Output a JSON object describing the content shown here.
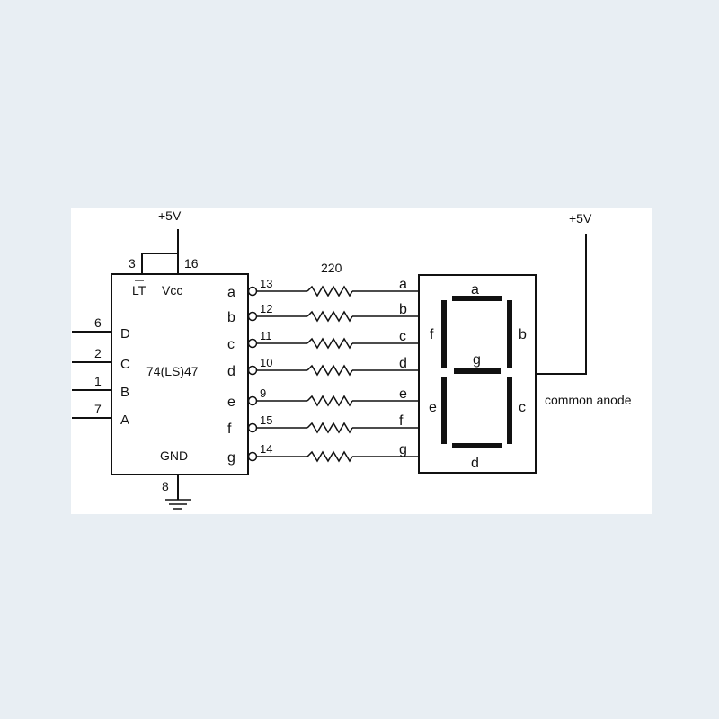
{
  "colors": {
    "background": "#e8eef3",
    "panel": "#ffffff",
    "ink": "#111111"
  },
  "chip": {
    "name": "74(LS)47",
    "vcc_label": "Vcc",
    "gnd_label": "GND",
    "lt_label": "LT",
    "inputs": [
      {
        "label": "D",
        "pin": "6"
      },
      {
        "label": "C",
        "pin": "2"
      },
      {
        "label": "B",
        "pin": "1"
      },
      {
        "label": "A",
        "pin": "7"
      }
    ],
    "outputs": [
      {
        "label": "a",
        "pin": "13",
        "seg": "a"
      },
      {
        "label": "b",
        "pin": "12",
        "seg": "b"
      },
      {
        "label": "c",
        "pin": "11",
        "seg": "c"
      },
      {
        "label": "d",
        "pin": "10",
        "seg": "d"
      },
      {
        "label": "e",
        "pin": "9",
        "seg": "e"
      },
      {
        "label": "f",
        "pin": "15",
        "seg": "f"
      },
      {
        "label": "g",
        "pin": "14",
        "seg": "g"
      }
    ],
    "top_pins": {
      "lt": "3",
      "vcc": "16"
    },
    "gnd_pin": "8"
  },
  "supply_left": "+5V",
  "supply_right": "+5V",
  "resistor_label": "220",
  "display": {
    "segment_labels": {
      "a": "a",
      "b": "b",
      "c": "c",
      "d": "d",
      "e": "e",
      "f": "f",
      "g": "g"
    },
    "note": "common anode"
  }
}
